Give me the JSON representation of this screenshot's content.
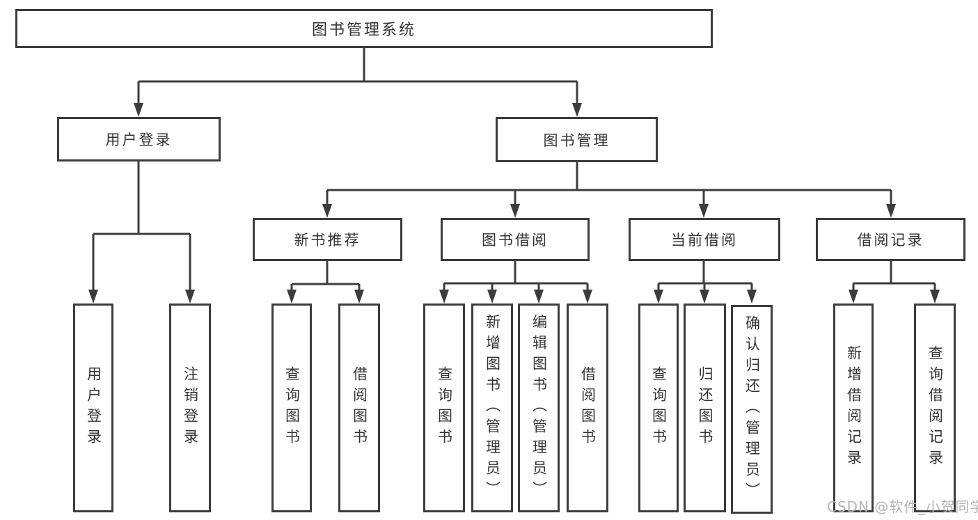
{
  "diagram": {
    "root": {
      "label": "图书管理系统"
    },
    "branches": [
      {
        "label": "用户登录",
        "children": [
          {
            "label": "用户登录"
          },
          {
            "label": "注销登录"
          }
        ]
      },
      {
        "label": "图书管理",
        "children": [
          {
            "label": "新书推荐",
            "children": [
              {
                "label": "查询图书"
              },
              {
                "label": "借阅图书"
              }
            ]
          },
          {
            "label": "图书借阅",
            "children": [
              {
                "label": "查询图书"
              },
              {
                "label": "新增图书（管理员）"
              },
              {
                "label": "编辑图书（管理员）"
              },
              {
                "label": "借阅图书"
              }
            ]
          },
          {
            "label": "当前借阅",
            "children": [
              {
                "label": "查询图书"
              },
              {
                "label": "归还图书"
              },
              {
                "label": "确认归还（管理员）"
              }
            ]
          },
          {
            "label": "借阅记录",
            "children": [
              {
                "label": "新增借阅记录"
              },
              {
                "label": "查询借阅记录"
              }
            ]
          }
        ]
      }
    ]
  },
  "watermark": {
    "text": "CSDN @软件_小贺同学"
  },
  "colors": {
    "line": "#3c3c3c",
    "text": "#333333",
    "watermark": "#b3b3b3"
  }
}
